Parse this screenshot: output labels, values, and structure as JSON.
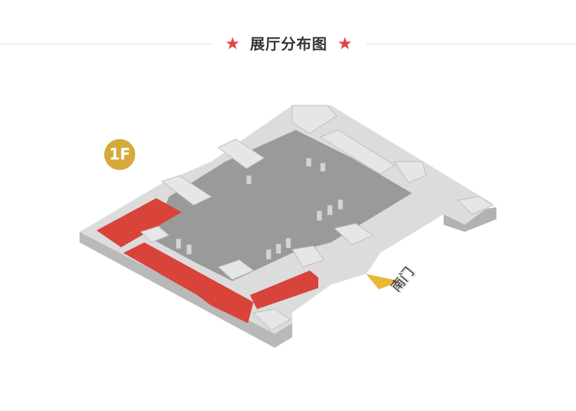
{
  "header": {
    "title": "展厅分布图",
    "star_icon": "star",
    "star_color": "#e0463f"
  },
  "map": {
    "floor_label": "1F",
    "floor_badge_color": "#d6a93b",
    "gate_label": "南门",
    "gate_arrow_color": "#e8b83a",
    "highlight_color": "#d9443a",
    "floor_color": "#9a9a9a",
    "wall_color": "#d9d9d9"
  }
}
